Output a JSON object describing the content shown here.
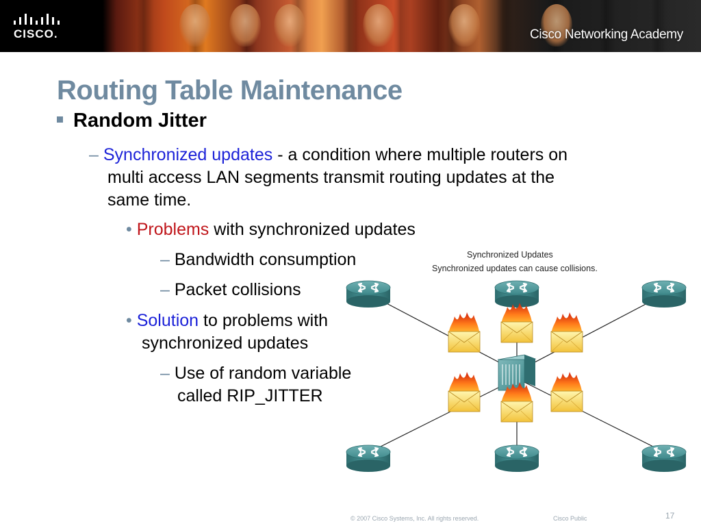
{
  "header": {
    "brand": "CISCO.",
    "academy_label": "Cisco Networking Academy"
  },
  "title": "Routing Table Maintenance",
  "bullets": {
    "level1": "Random Jitter",
    "sync_term": "Synchronized updates",
    "sync_def_line1": " - a condition where multiple routers on",
    "sync_def_line2": "multi access LAN segments transmit routing updates at the",
    "sync_def_line3": "same time.",
    "problems_term": "Problems",
    "problems_rest": " with synchronized updates",
    "problem1": "Bandwidth consumption",
    "problem2": "Packet collisions",
    "solution_term": "Solution",
    "solution_rest": " to problems with",
    "solution_line2": "synchronized updates",
    "fix_line1": "Use of random variable",
    "fix_line2": "called RIP_JITTER",
    "dash": "–",
    "dot": "•"
  },
  "diagram": {
    "title": "Synchronized Updates",
    "caption": "Synchronized updates can cause collisions."
  },
  "footer": {
    "copyright": "© 2007 Cisco Systems, Inc. All rights reserved.",
    "classification": "Cisco Public",
    "slide_number": "17"
  },
  "colors": {
    "title": "#6f8aa0",
    "term_blue": "#1c22d8",
    "term_red": "#c0161b",
    "router": "#3f8a8c"
  }
}
